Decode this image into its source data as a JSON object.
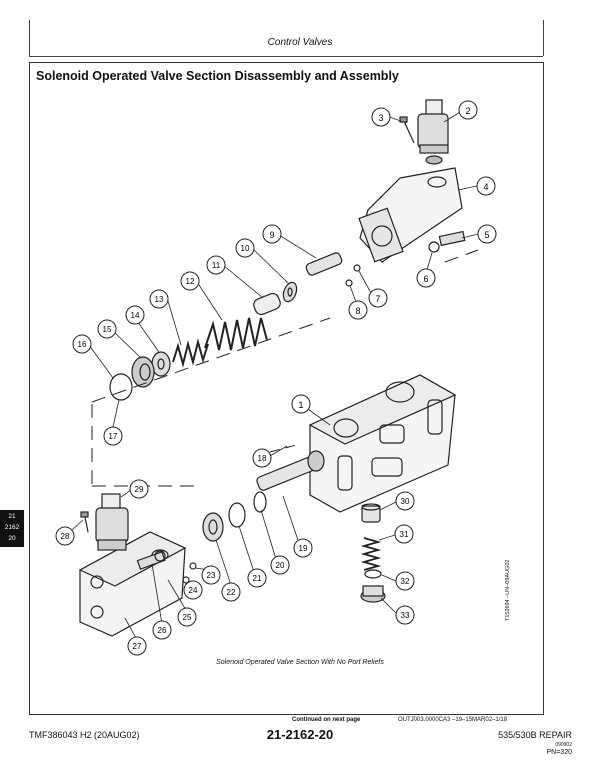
{
  "header": {
    "section_title": "Control Valves"
  },
  "figure": {
    "heading": "Solenoid Operated Valve Section Disassembly and Assembly",
    "caption": "Solenoid Operated Valve Section With No Port Reliefs",
    "image_code": "T152694 –UN–09AUG02",
    "callouts": [
      "1",
      "2",
      "3",
      "4",
      "5",
      "6",
      "7",
      "8",
      "9",
      "10",
      "11",
      "12",
      "13",
      "14",
      "15",
      "16",
      "17",
      "18",
      "19",
      "20",
      "21",
      "22",
      "23",
      "24",
      "25",
      "26",
      "27",
      "28",
      "29",
      "30",
      "31",
      "32",
      "33"
    ]
  },
  "side_tab": {
    "line1": "21",
    "line2": "2162",
    "line3": "20"
  },
  "footer": {
    "continued": "Continued on next page",
    "reference": "OUTJ003,0000CA3 –19–15MAR02–1/18",
    "manual_id": "TMF386043 H2 (20AUG02)",
    "page_number": "21-2162-20",
    "model": "535/530B REPAIR",
    "small_code": "090902",
    "pn": "PN=320"
  }
}
